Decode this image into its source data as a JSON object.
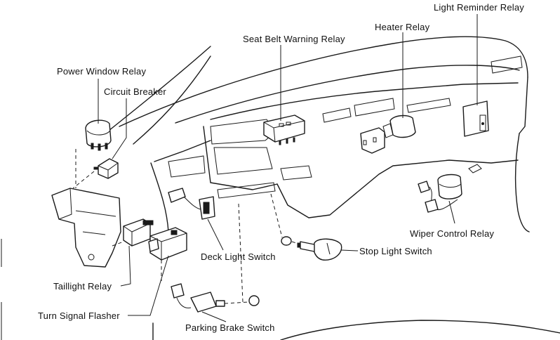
{
  "labels": {
    "light_reminder_relay": "Light Reminder Relay",
    "heater_relay": "Heater Relay",
    "seat_belt_warning_relay": "Seat Belt Warning Relay",
    "power_window_relay": "Power Window Relay",
    "circuit_breaker": "Circuit Breaker",
    "wiper_control_relay": "Wiper Control Relay",
    "stop_light_switch": "Stop Light Switch",
    "deck_light_switch": "Deck Light Switch",
    "taillight_relay": "Taillight Relay",
    "turn_signal_flasher": "Turn Signal Flasher",
    "parking_brake_switch": "Parking Brake Switch"
  }
}
